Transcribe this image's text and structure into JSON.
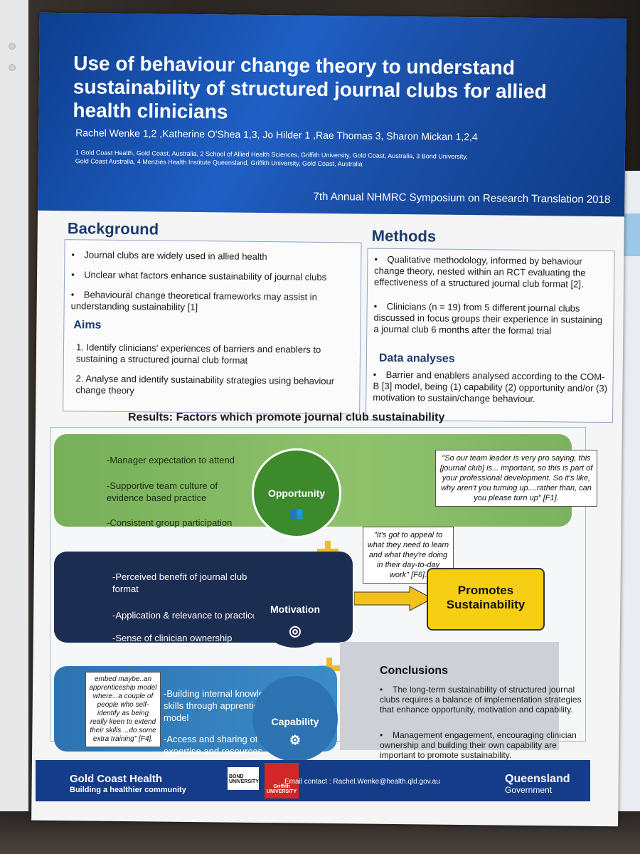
{
  "poster": {
    "title": "Use of behaviour change theory to understand sustainability of structured journal clubs for allied health clinicians",
    "authors": "Rachel Wenke 1,2 ,Katherine O'Shea 1,3, Jo Hilder 1 ,Rae Thomas 3, Sharon Mickan 1,2,4",
    "affiliations": "1 Gold Coast Health, Gold Coast, Australia, 2 School of Allied Health Sciences, Griffith University, Gold Coast, Australia, 3 Bond University, Gold Coast Australia, 4 Menzies Health Institute Queensland, Griffith University, Gold Coast, Australia",
    "symposium": "7th Annual NHMRC Symposium on Research Translation 2018"
  },
  "background": {
    "heading": "Background",
    "items": [
      "Journal clubs are widely used in allied health",
      "Unclear what factors enhance sustainability of journal clubs",
      "Behavioural change theoretical frameworks may assist in understanding sustainability [1]"
    ],
    "aims_heading": "Aims",
    "aims": [
      "1. Identify clinicians' experiences of barriers and enablers to sustaining a structured journal club format",
      "2. Analyse and identify sustainability strategies using behaviour change theory"
    ]
  },
  "methods": {
    "heading": "Methods",
    "items": [
      "Qualitative methodology, informed by behaviour change theory, nested within an RCT evaluating the effectiveness of a structured journal club format [2].",
      "Clinicians (n = 19) from 5 different journal clubs discussed in focus groups their experience in sustaining a journal club 6 months after the formal trial"
    ],
    "data_heading": "Data analyses",
    "data_item": "Barrier and enablers analysed according to the COM-B [3] model, being (1) capability (2) opportunity and/or (3) motivation to sustain/change behaviour."
  },
  "results": {
    "heading": "Results: Factors which promote journal club sustainability",
    "opportunity": {
      "label": "Opportunity",
      "items": [
        "-Manager expectation to attend",
        "-Supportive team culture of evidence based practice",
        "-Consistent group participation"
      ],
      "quote": "\"So our team leader is very pro saying, this [journal club] is... important, so this is part of your professional development. So it's like, why aren't you turning up....rather than, can you please turn up\" [F1]."
    },
    "motivation": {
      "label": "Motivation",
      "items": [
        "-Perceived benefit of journal club format",
        "-Application & relevance to practice",
        "-Sense of clinician ownership"
      ],
      "quote": "\"It's got to appeal to what they need to learn and what they're doing in their day-to-day work\" [F6]."
    },
    "capability": {
      "label": "Capability",
      "items": [
        "-Building internal knowledge and skills through apprenticeship model",
        "-Access and sharing of expertise and resources"
      ],
      "quote": "embed maybe..an apprenticeship model where...a couple of people who self-identify as being really keen to extend their skills ...do some extra training\" [F4]."
    },
    "promotes": "Promotes Sustainability"
  },
  "conclusions": {
    "heading": "Conclusions",
    "items": [
      "The long-term sustainability of structured journal clubs requires a balance of implementation strategies that enhance opportunity, motivation and capability.",
      "Management engagement, encouraging clinician ownership and building their own capability are important to promote sustainability."
    ]
  },
  "footer": {
    "org": "Gold Coast Health",
    "tagline": "Building a healthier community",
    "bond": "BOND UNIVERSITY",
    "griffith": "Griffith UNIVERSITY",
    "email": "Email contact : Rachel.Wenke@health.qld.gov.au",
    "qld": "Queensland",
    "qld_sub": "Government"
  }
}
